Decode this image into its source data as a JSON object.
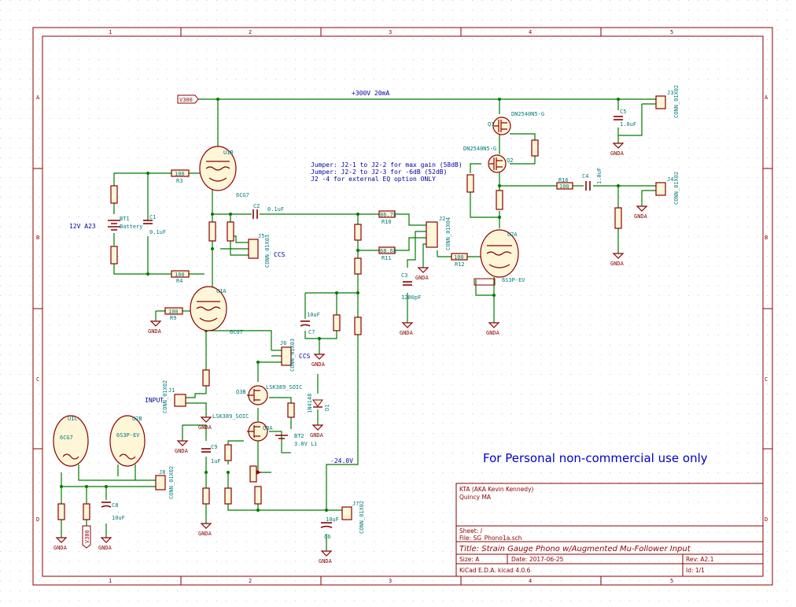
{
  "border": {
    "columns": [
      "1",
      "2",
      "3",
      "4",
      "5"
    ],
    "rows": [
      "A",
      "B",
      "C",
      "D"
    ]
  },
  "notes": {
    "supply": "+300V 20mA",
    "jumper_1": "Jumper: J2-1 to J2-2 for max gain (58dB)",
    "jumper_2": "Jumper: J2-2 to J2-3 for -6dB (52dB)",
    "jumper_3": "J2 -4 for external EQ option ONLY",
    "battery_label": "12V A23",
    "minus_supply": "-24.0V",
    "ccs_1": "CCS",
    "ccs_2": "CCS",
    "input": "INPUT",
    "personal_use": "For Personal non-commercial use only"
  },
  "power": {
    "v300": "V300",
    "gnda": "GNDA"
  },
  "components": {
    "U1B": "U1B",
    "U1B_val": "6CG7",
    "U1A": "U1A",
    "U1A_val": "6CG7",
    "U1C": "U1C",
    "U1C_val": "6CG7",
    "U2A": "U2A",
    "U2A_val": "6S3P-EV",
    "U2B": "U2B",
    "U2B_val": "6S3P-EV",
    "Q1": "Q1",
    "Q1_val": "DN2540N5-G",
    "Q2": "Q2",
    "Q2_val": "DN2540N5-G",
    "Q3A": "Q3A",
    "Q3B": "Q3B",
    "Q3_val": "LSK389_SOIC",
    "D1": "D1",
    "D1_val": "1N4148",
    "BT1": "BT1",
    "BT1_val": "Battery",
    "BT2": "BT2",
    "BT2_val": "3.8V Li",
    "R3": "R3",
    "R3_val": "100",
    "R4": "R4",
    "R4_val": "100",
    "R9": "R9",
    "R9_val": "100",
    "R12": "R12",
    "R12_val": "100",
    "R16": "R16",
    "R16_val": "100",
    "R10": "R10",
    "R10_val": "86.7k",
    "R11": "R11",
    "R11_val": "68.6k",
    "C1": "C1",
    "C1_val": "0.1uF",
    "C2": "C2",
    "C2_val": "0.1uF",
    "C3": "C3",
    "C3_val": "1200pF",
    "C4": "C4",
    "C4_val": "1.0uF",
    "C5": "C5",
    "C5_val": "1.0uF",
    "C6": "C6",
    "C6_val": "10uF",
    "C7": "C7",
    "C7_val": "10uF",
    "C8": "C8",
    "C8_val": "10uF",
    "C9": "C9",
    "C9_val": "1uF",
    "J1": "J1",
    "J1_val": "CONN_01X02",
    "J2": "J2",
    "J2_val": "CONN_01X04",
    "J3": "J3",
    "J3_val": "CONN_01X02",
    "J4": "J4",
    "J4_val": "CONN_01X02",
    "J5": "J5",
    "J5_val": "CONN_01X03",
    "J6": "J6",
    "J6_val": "CONN_01X03",
    "J7": "J7",
    "J7_val": "CONN_01X02",
    "J8": "J8",
    "J8_val": "CONN_01X02"
  },
  "title_block": {
    "company": "KTA (AKA Kevin Kennedy)",
    "city": "Quincy MA",
    "sheet": "Sheet: /",
    "file": "File: SG_Phono1a.sch",
    "title": "Title: Strain Gauge Phono w/Augmented Mu-Follower Input",
    "size": "Size: A",
    "date": "Date: 2017-06-25",
    "rev": "Rev: A2.1",
    "tool": "KiCad E.D.A.  kicad 4.0.6",
    "id": "Id: 1/1"
  }
}
